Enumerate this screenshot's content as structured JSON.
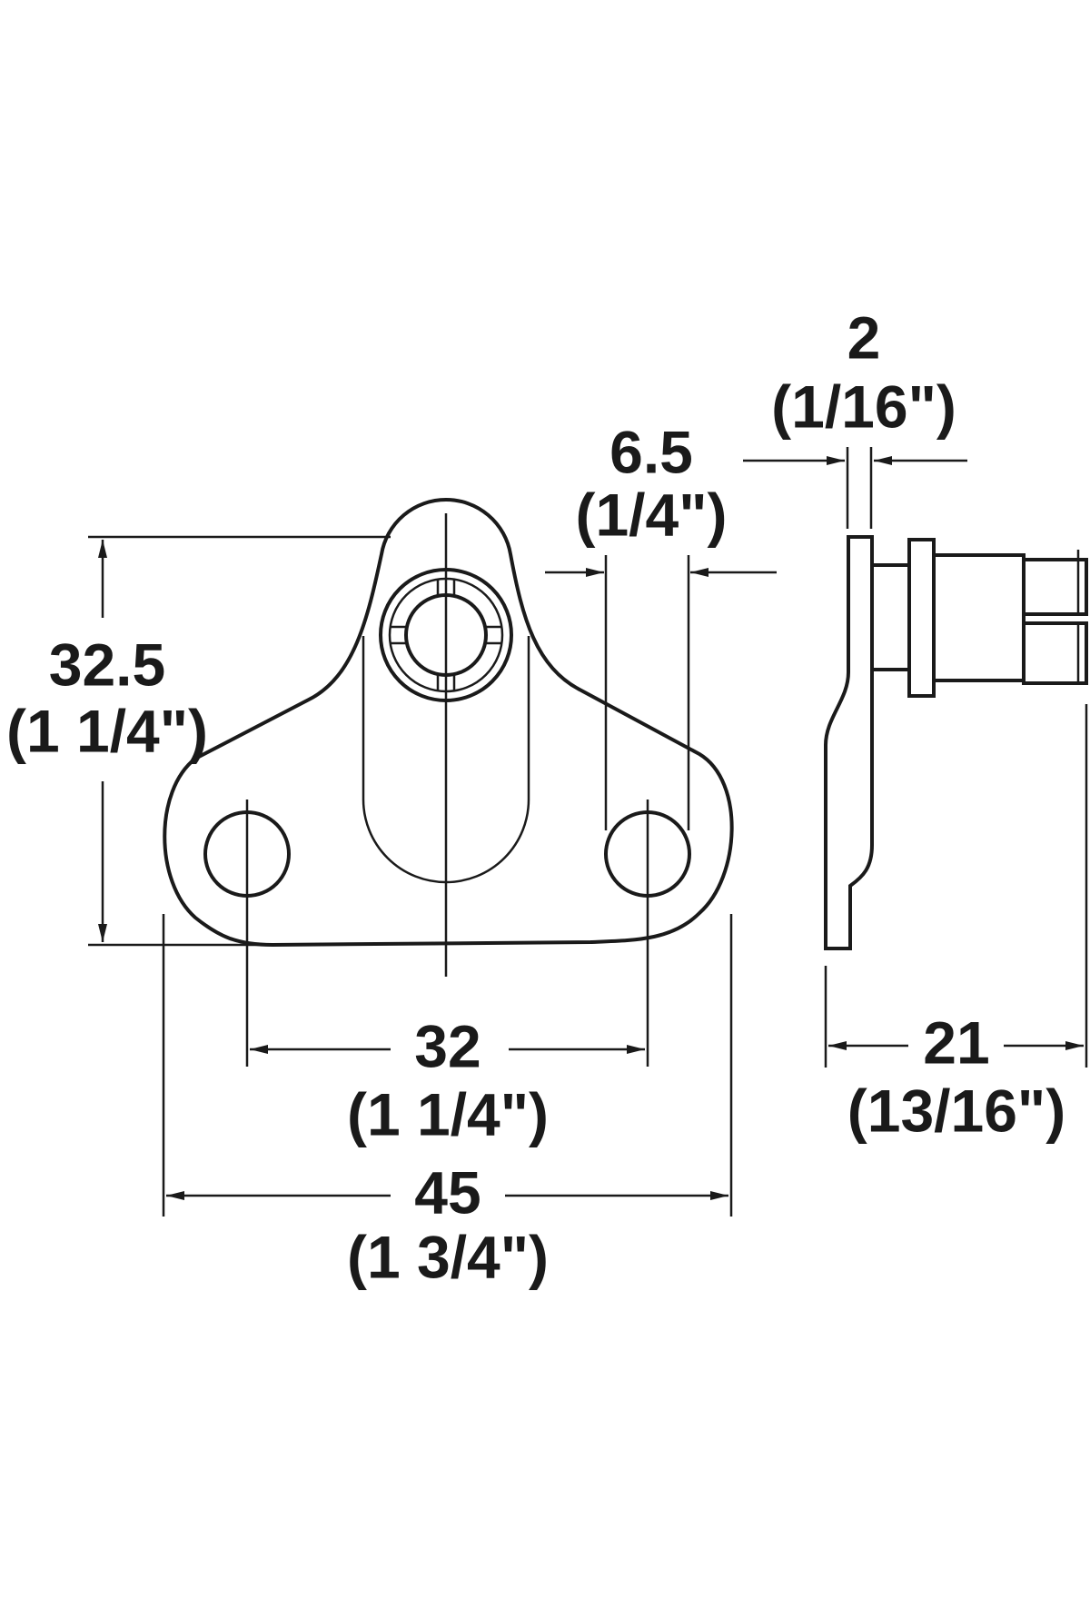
{
  "title": "Mounting bracket dimension drawing",
  "colors": {
    "line": "#1a1a1a",
    "background": "#ffffff"
  },
  "dimensions": {
    "height": {
      "mm": "32.5",
      "inch": "(1 1/4\")"
    },
    "hole_spacing": {
      "mm": "32",
      "inch": "(1 1/4\")"
    },
    "overall_width": {
      "mm": "45",
      "inch": "(1 3/4\")"
    },
    "hole_diameter": {
      "mm": "6.5",
      "inch": "(1/4\")"
    },
    "plate_thickness": {
      "mm": "2",
      "inch": "(1/16\")"
    },
    "depth": {
      "mm": "21",
      "inch": "(13/16\")"
    }
  }
}
